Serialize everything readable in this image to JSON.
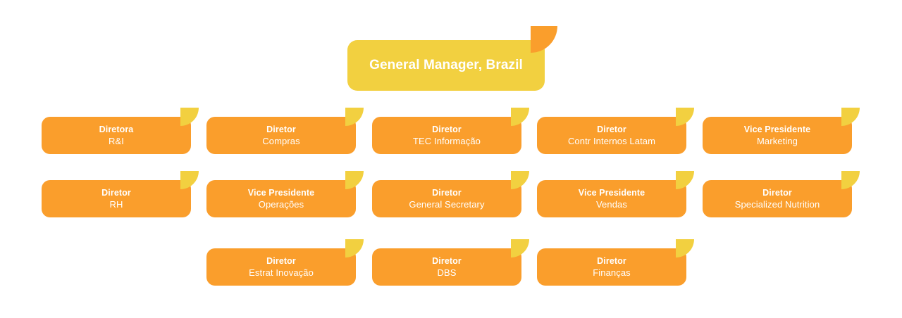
{
  "colors": {
    "root_card": "#F2D040",
    "node_card": "#FA9E2C",
    "root_corner": "#FA9E2C",
    "node_corner": "#F2D040",
    "text": "#FFFFFF",
    "background": "#FFFFFF"
  },
  "chart_title": "General Manager, Brazil",
  "root": {
    "title": "General Manager, Brazil",
    "subtitle": ""
  },
  "rows": [
    {
      "nodes": [
        {
          "title": "Diretora",
          "subtitle": "R&I"
        },
        {
          "title": "Diretor",
          "subtitle": "Compras"
        },
        {
          "title": "Diretor",
          "subtitle": "TEC Informação"
        },
        {
          "title": "Diretor",
          "subtitle": "Contr Internos Latam"
        },
        {
          "title": "Vice Presidente",
          "subtitle": "Marketing"
        }
      ]
    },
    {
      "nodes": [
        {
          "title": "Diretor",
          "subtitle": "RH"
        },
        {
          "title": "Vice Presidente",
          "subtitle": "Operações"
        },
        {
          "title": "Diretor",
          "subtitle": "General Secretary"
        },
        {
          "title": "Vice Presidente",
          "subtitle": "Vendas"
        },
        {
          "title": "Diretor",
          "subtitle": "Specialized Nutrition"
        }
      ]
    },
    {
      "nodes": [
        {
          "title": "Diretor",
          "subtitle": "Estrat Inovação"
        },
        {
          "title": "Diretor",
          "subtitle": "DBS"
        },
        {
          "title": "Diretor",
          "subtitle": "Finanças"
        }
      ]
    }
  ],
  "layout": {
    "column_x": [
      59,
      293,
      528,
      762,
      997
    ],
    "row_y": [
      166,
      256,
      353
    ],
    "row_start_column": [
      0,
      0,
      1
    ]
  }
}
